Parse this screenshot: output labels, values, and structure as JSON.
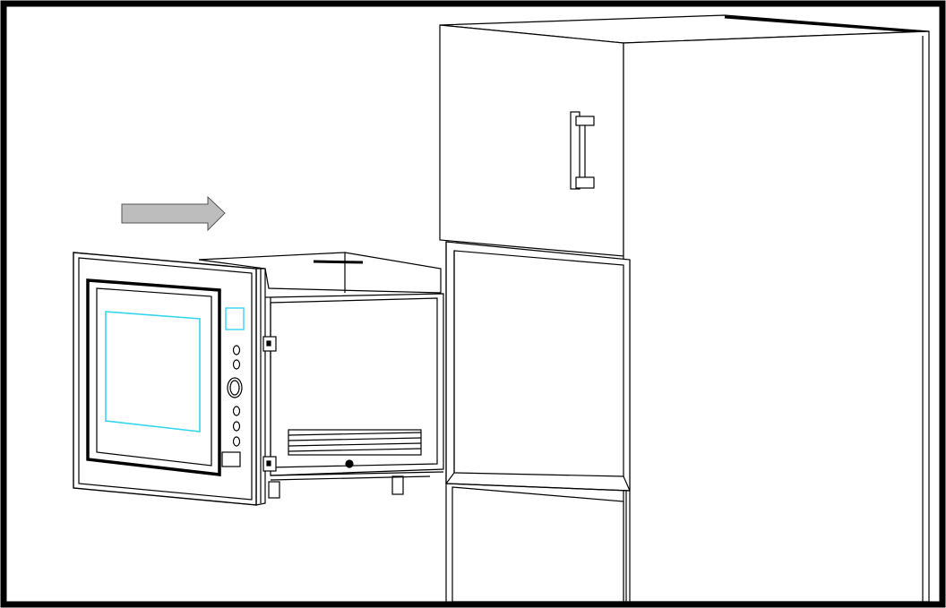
{
  "figure": {
    "type": "installation-illustration",
    "colors": {
      "line": "#000000",
      "background": "#ffffff",
      "arrow_fill": "#bdbdbd",
      "window_outline": "#33d6f0",
      "frame_border": "#000000"
    },
    "arrow_direction": "right",
    "icons": [
      "right-arrow-icon",
      "microwave-oven",
      "door-handle",
      "tall-cabinet"
    ]
  }
}
